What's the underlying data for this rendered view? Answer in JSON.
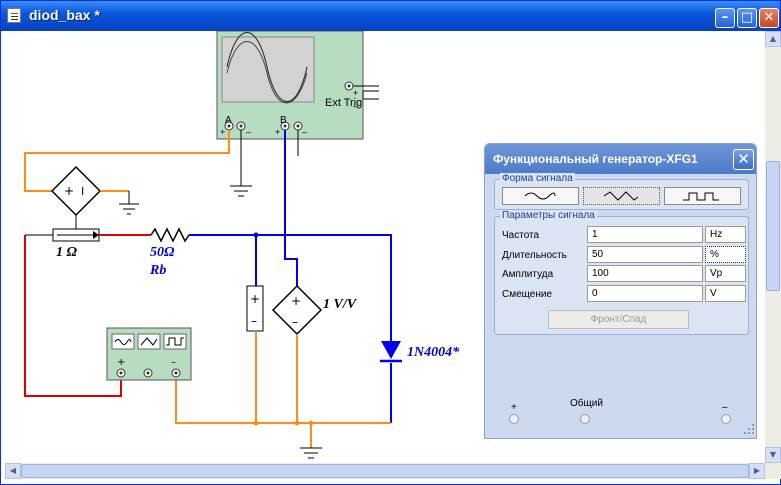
{
  "window": {
    "title": "diod_bax *",
    "min_icon": "minimize-icon",
    "max_icon": "maximize-icon",
    "close_icon": "close-icon"
  },
  "schematic": {
    "oscilloscope": {
      "ext_trig_label": "Ext Trig",
      "channel_a": "A",
      "channel_b": "B"
    },
    "shunt_label": "1 Ω",
    "resistor_value": "50Ω",
    "resistor_name": "Rb",
    "vcvs_label": "1 V/V",
    "diode_label": "1N4004*",
    "wire_colors": {
      "orange": "#ff8c1a",
      "blue": "#0000ee",
      "red": "#e00000"
    },
    "instrument_color": "#b8dcc0"
  },
  "fg_dialog": {
    "title": "Функциональный генератор-XFG1",
    "waveform_group": "Форма сигнала",
    "waveforms": [
      "sine",
      "triangle",
      "square"
    ],
    "selected_waveform": "triangle",
    "params_group": "Параметры сигнала",
    "params": [
      {
        "label": "Частота",
        "value": "1",
        "unit": "Hz"
      },
      {
        "label": "Длительность",
        "value": "50",
        "unit": "%"
      },
      {
        "label": "Амплитуда",
        "value": "100",
        "unit": "Vp"
      },
      {
        "label": "Смещение",
        "value": "0",
        "unit": "V"
      }
    ],
    "edge_button": "Фронт/Спад",
    "terminals": {
      "plus": "+",
      "common": "Общий",
      "minus": "–"
    }
  }
}
